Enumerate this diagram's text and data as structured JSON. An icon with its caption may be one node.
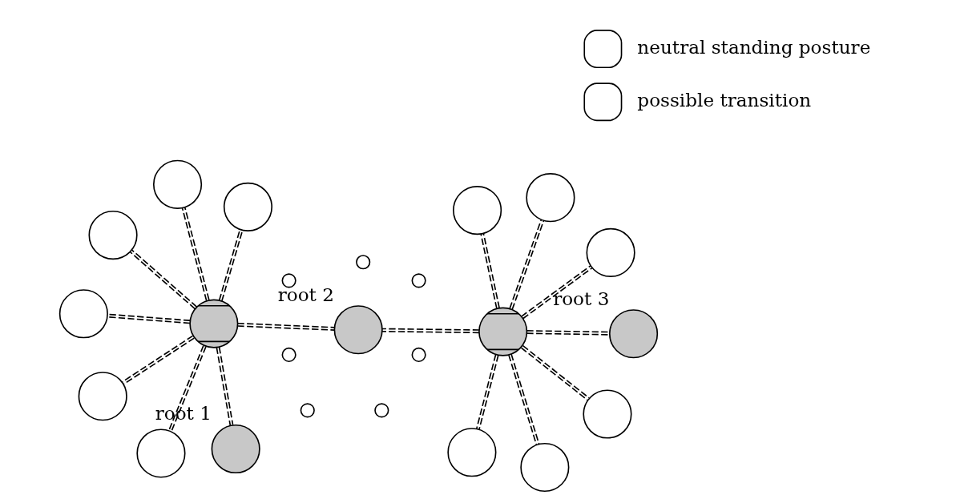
{
  "diagram": {
    "nodes": [
      {
        "text": [],
        "shape": "circle"
      },
      {
        "text": [],
        "shape": "circle"
      },
      {
        "text": [],
        "shape": "circle"
      },
      {
        "text": [],
        "shape": "circle"
      },
      {
        "text": [],
        "shape": "circle"
      },
      {
        "text": [],
        "shape": "circle"
      },
      {
        "text": [],
        "shape": "circle"
      },
      {
        "text": [],
        "shape": "circle",
        "beside": [
          "root 1"
        ]
      },
      {
        "text": [],
        "shape": "circle",
        "beside": [
          "root 2"
        ]
      },
      {
        "text": [],
        "shape": "circle"
      },
      {
        "text": [],
        "shape": "circle"
      },
      {
        "text": [],
        "shape": "circle"
      },
      {
        "text": [],
        "shape": "circle",
        "beside": [
          "root 3"
        ]
      },
      {
        "text": [],
        "shape": "circle"
      },
      {
        "text": [],
        "shape": "circle"
      },
      {
        "text": [],
        "shape": "circle"
      },
      {
        "text": [],
        "shape": "circle"
      },
      {
        "text": [],
        "shape": "dots"
      },
      {
        "text": [],
        "shape": "dots"
      },
      {
        "text": [],
        "shape": "dots"
      },
      {
        "text": [],
        "shape": "dots"
      },
      {
        "text": [],
        "shape": "dots"
      },
      {
        "text": [],
        "shape": "dots"
      },
      {
        "text": [],
        "shape": "dots"
      }
    ],
    "edges": [
      {
        "from": 0,
        "to": 1,
        "arrow": "none"
      },
      {
        "from": 0,
        "to": 2,
        "arrow": "none"
      },
      {
        "from": 0,
        "to": 3,
        "arrow": "none"
      },
      {
        "from": 0,
        "to": 4,
        "arrow": "none"
      },
      {
        "from": 0,
        "to": 5,
        "arrow": "none"
      },
      {
        "from": 0,
        "to": 6,
        "arrow": "none"
      },
      {
        "from": 0,
        "to": 7,
        "arrow": "none"
      },
      {
        "from": 0,
        "to": 8,
        "arrow": "none"
      },
      {
        "from": 9,
        "to": 8,
        "arrow": "none"
      },
      {
        "from": 9,
        "to": 10,
        "arrow": "none"
      },
      {
        "from": 9,
        "to": 11,
        "arrow": "none"
      },
      {
        "from": 9,
        "to": 12,
        "arrow": "none"
      },
      {
        "from": 9,
        "to": 13,
        "arrow": "none"
      },
      {
        "from": 9,
        "to": 14,
        "arrow": "none"
      },
      {
        "from": 9,
        "to": 15,
        "arrow": "none"
      },
      {
        "from": 9,
        "to": 16,
        "arrow": "none"
      }
    ],
    "legend": [
      {
        "text": "neutral standing posture"
      },
      {
        "text": "possible transition"
      }
    ]
  }
}
